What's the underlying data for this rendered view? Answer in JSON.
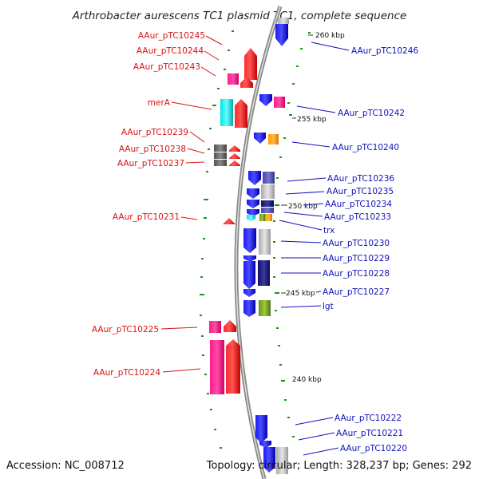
{
  "title": "Arthrobacter aurescens TC1 plasmid TC1, complete sequence",
  "footer": {
    "accession": "Accession: NC_008712",
    "stats": "Topology: circular; Length: 328,237 bp; Genes: 292"
  },
  "colors": {
    "left_label": "#dd1111",
    "right_label": "#1111bb",
    "backbone": "#888888",
    "gc_mark": "#119911"
  },
  "kbp_ticks": [
    {
      "text": "260 kbp"
    },
    {
      "text": "255 kbp"
    },
    {
      "text": "250 kbp"
    },
    {
      "text": "245 kbp"
    },
    {
      "text": "240 kbp"
    }
  ],
  "left_labels": [
    {
      "text": "AAur_pTC10245"
    },
    {
      "text": "AAur_pTC10244"
    },
    {
      "text": "AAur_pTC10243"
    },
    {
      "text": "merA"
    },
    {
      "text": "AAur_pTC10239"
    },
    {
      "text": "AAur_pTC10238"
    },
    {
      "text": "AAur_pTC10237"
    },
    {
      "text": "AAur_pTC10231"
    },
    {
      "text": "AAur_pTC10225"
    },
    {
      "text": "AAur_pTC10224"
    }
  ],
  "right_labels": [
    {
      "text": "AAur_pTC10246"
    },
    {
      "text": "AAur_pTC10242"
    },
    {
      "text": "AAur_pTC10240"
    },
    {
      "text": "AAur_pTC10236"
    },
    {
      "text": "AAur_pTC10235"
    },
    {
      "text": "AAur_pTC10234"
    },
    {
      "text": "AAur_pTC10233"
    },
    {
      "text": "trx"
    },
    {
      "text": "AAur_pTC10230"
    },
    {
      "text": "AAur_pTC10229"
    },
    {
      "text": "AAur_pTC10228"
    },
    {
      "text": "AAur_pTC10227"
    },
    {
      "text": "lgt"
    },
    {
      "text": "AAur_pTC10222"
    },
    {
      "text": "AAur_pTC10221"
    },
    {
      "text": "AAur_pTC10220"
    }
  ]
}
